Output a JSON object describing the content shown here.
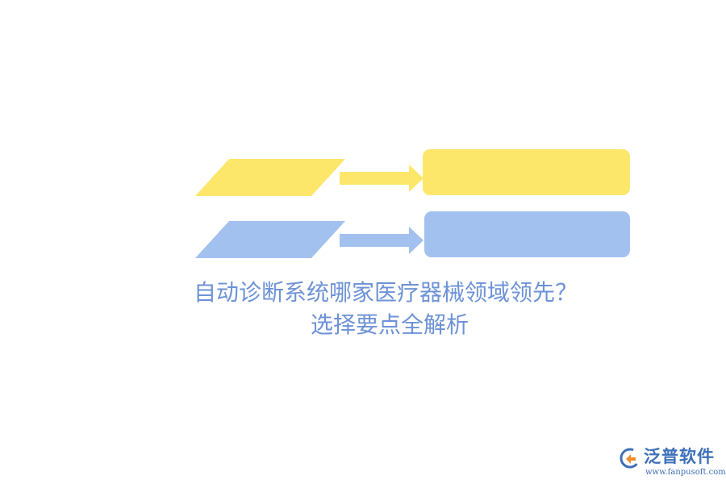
{
  "title": {
    "line1": "自动诊断系统哪家医疗器械领域领先？",
    "line2": "选择要点全解析"
  },
  "logo": {
    "name": "泛普软件",
    "url": "www.fanpusoft.com"
  },
  "colors": {
    "yellow": "#fde76b",
    "blue": "#a2c1ef",
    "title_text": "#6d92d6",
    "logo_blue": "#3d6fb8",
    "logo_orange": "#f28c28"
  },
  "icons": {
    "arrow": "arrow-right-icon",
    "logo": "fanpu-logo-icon"
  }
}
